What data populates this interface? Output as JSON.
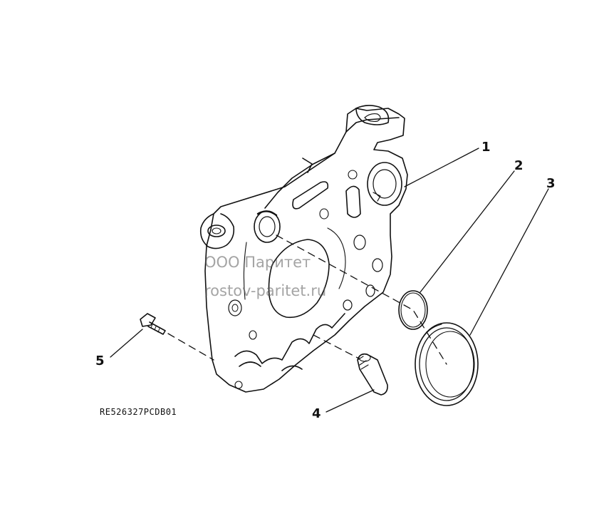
{
  "callouts": [
    {
      "label": "1",
      "part": "gear-housing-cover"
    },
    {
      "label": "2",
      "part": "o-ring"
    },
    {
      "label": "3",
      "part": "oil-seal"
    },
    {
      "label": "4",
      "part": "plug"
    },
    {
      "label": "5",
      "part": "cap-screw"
    }
  ],
  "drawing_code": "RE526327PCDB01",
  "watermark": {
    "line1": "ООО Паритет",
    "line2": "rostov-paritet.ru"
  },
  "colors": {
    "line": "#111111",
    "background": "#ffffff",
    "watermark": "#5a5a5a"
  }
}
